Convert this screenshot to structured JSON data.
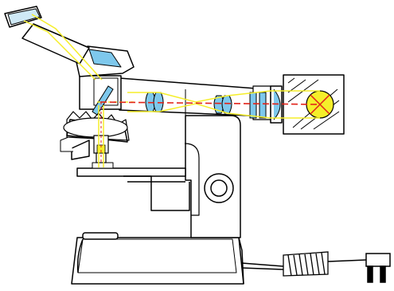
{
  "title": "",
  "colors": {
    "outline": "#000000",
    "light_path": "#f5ee2a",
    "lens_fill": "#7ec8ec",
    "lens_light": "#cfe9f6",
    "laser_path": "#e2231a",
    "lamp_fill": "#f5ee2a",
    "background": "#ffffff"
  },
  "components": [
    "eyepiece",
    "head-prism",
    "illuminator-arm",
    "beam-splitter",
    "objective-turret",
    "objective-lens",
    "stage",
    "body-pillar",
    "focus-knob",
    "base",
    "lamp-housing",
    "lamp",
    "relay-lenses",
    "power-cord",
    "power-coil",
    "power-plug"
  ]
}
